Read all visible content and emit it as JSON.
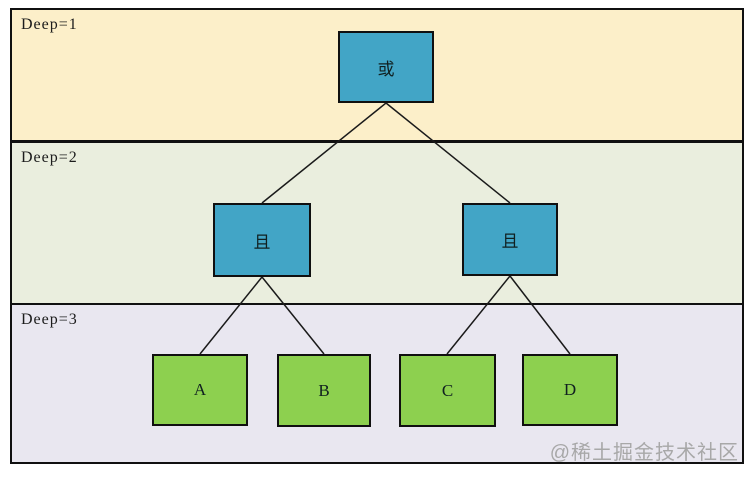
{
  "diagram": {
    "bands": {
      "deep1": {
        "label": "Deep=1",
        "background": "#FCEFC9"
      },
      "deep2": {
        "label": "Deep=2",
        "background": "#EAEEDE"
      },
      "deep3": {
        "label": "Deep=3",
        "background": "#E9E7F0"
      }
    },
    "nodes": {
      "root": {
        "label": "或",
        "fill": "#42A5C6",
        "depth": 1
      },
      "and_left": {
        "label": "且",
        "fill": "#42A5C6",
        "depth": 2
      },
      "and_right": {
        "label": "且",
        "fill": "#42A5C6",
        "depth": 2
      },
      "leaf_a": {
        "label": "A",
        "fill": "#8DD04F",
        "depth": 3
      },
      "leaf_b": {
        "label": "B",
        "fill": "#8DD04F",
        "depth": 3
      },
      "leaf_c": {
        "label": "C",
        "fill": "#8DD04F",
        "depth": 3
      },
      "leaf_d": {
        "label": "D",
        "fill": "#8DD04F",
        "depth": 3
      }
    },
    "edges": [
      [
        "root",
        "and_left"
      ],
      [
        "root",
        "and_right"
      ],
      [
        "and_left",
        "leaf_a"
      ],
      [
        "and_left",
        "leaf_b"
      ],
      [
        "and_right",
        "leaf_c"
      ],
      [
        "and_right",
        "leaf_d"
      ]
    ],
    "edge_color": "#1a1a1a",
    "border_color": "#101010"
  },
  "watermark": "@稀土掘金技术社区"
}
